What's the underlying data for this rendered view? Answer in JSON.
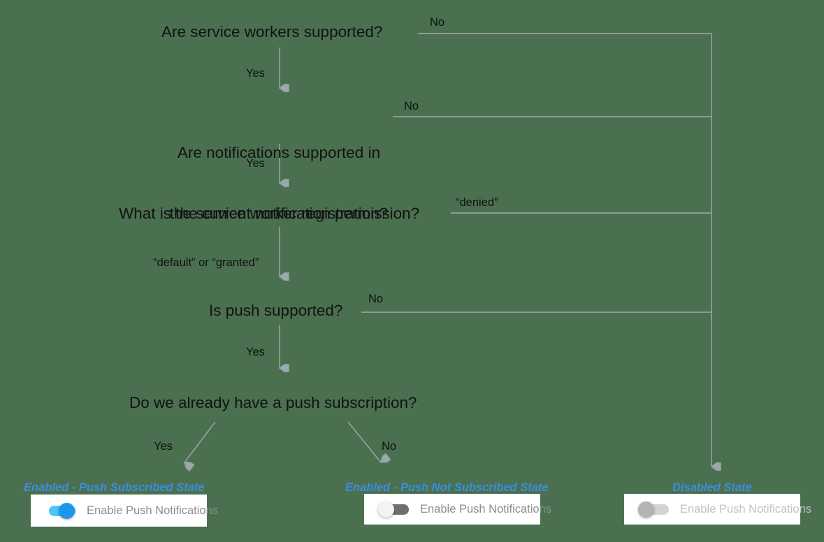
{
  "background_color": "#4a7050",
  "diagram": {
    "title_nodes": [
      {
        "id": "sw-support",
        "text": "Are service workers supported?"
      },
      {
        "id": "notif-support",
        "line1": "Are notifications supported in",
        "line2": "the service worker registration?"
      },
      {
        "id": "permission",
        "text": "What is the current notification permission?"
      },
      {
        "id": "push-support",
        "text": "Is push supported?"
      },
      {
        "id": "subscription",
        "text": "Do we already have a push subscription?"
      }
    ],
    "edge_labels": {
      "sw_no": "No",
      "sw_yes": "Yes",
      "notif_no": "No",
      "notif_yes": "Yes",
      "perm_denied": "“denied”",
      "perm_default_granted": "“default” or “granted”",
      "push_no": "No",
      "push_yes": "Yes",
      "sub_yes": "Yes",
      "sub_no": "No"
    },
    "line_color": "#a8a8a8",
    "arrow_color": "#9aa9ad"
  },
  "states": [
    {
      "id": "enabled-push-subscribed",
      "label": "Enabled - Push Subscribed State",
      "toggle": "on",
      "toggle_label": "Enable Push Notifications",
      "track_color": "#4fc4f6",
      "knob_color": "#1e96f0",
      "text_color": "#8d8d92"
    },
    {
      "id": "enabled-push-not-subscribed",
      "label": "Enabled - Push Not Subscribed State",
      "toggle": "off",
      "toggle_label": "Enable Push Notifications",
      "track_color": "#6e6e6e",
      "knob_color": "#f3f3f3",
      "text_color": "#8d8d92"
    },
    {
      "id": "disabled",
      "label": "Disabled State",
      "toggle": "disabled",
      "toggle_label": "Enable Push Notifications",
      "track_color": "#d3d3d3",
      "knob_color": "#b3b3b3",
      "text_color": "#c2c2c6"
    }
  ],
  "accent_color": "#3a8ee0"
}
